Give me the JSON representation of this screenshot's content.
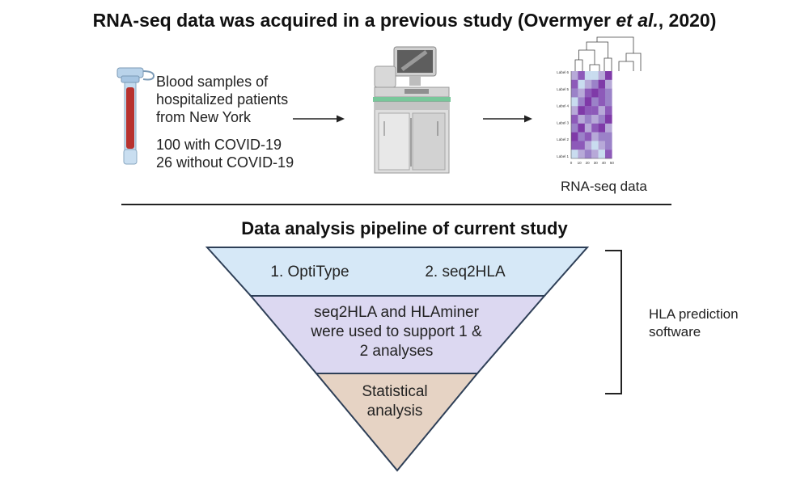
{
  "header": {
    "title_prefix": "RNA-seq data was acquired in a previous study (Overmyer ",
    "title_italic": "et al.",
    "title_suffix": ", 2020)"
  },
  "samples": {
    "line1": "Blood samples of",
    "line2": "hospitalized patients",
    "line3": "from New York",
    "count_covid": "100 with COVID-19",
    "count_noncovid": "26 without COVID-19"
  },
  "heatmap": {
    "caption": "RNA-seq data",
    "row_labels": [
      "Label 6",
      "Label 5",
      "Label 4",
      "Label 3",
      "Label 2",
      "Label 1"
    ],
    "x_ticks": [
      "0",
      "10",
      "20",
      "30",
      "40",
      "50"
    ],
    "cell_levels": [
      [
        1,
        3,
        0,
        0,
        1,
        4
      ],
      [
        3,
        0,
        1,
        2,
        4,
        1
      ],
      [
        2,
        1,
        3,
        4,
        3,
        2
      ],
      [
        0,
        2,
        4,
        2,
        3,
        2
      ],
      [
        1,
        4,
        3,
        3,
        1,
        3
      ],
      [
        3,
        1,
        2,
        1,
        2,
        4
      ],
      [
        2,
        4,
        1,
        3,
        4,
        1
      ],
      [
        4,
        2,
        3,
        1,
        2,
        2
      ],
      [
        3,
        3,
        1,
        0,
        1,
        2
      ],
      [
        0,
        1,
        2,
        1,
        0,
        3
      ]
    ],
    "colors": [
      "#c9dcef",
      "#b7a9d8",
      "#9b82c8",
      "#8d5ab9",
      "#7f3aa8"
    ]
  },
  "pipeline": {
    "section_title": "Data analysis pipeline of current study",
    "tier1_item1": "1. OptiType",
    "tier1_item2": "2. seq2HLA",
    "tier2_line1": "seq2HLA and HLAminer",
    "tier2_line2": "were used to support 1 &",
    "tier2_line3": "2 analyses",
    "tier3_line1": "Statistical",
    "tier3_line2": "analysis",
    "bracket_label_line1": "HLA prediction",
    "bracket_label_line2": "software",
    "colors": {
      "tier1": "#d6e8f7",
      "tier2": "#dcd8f1",
      "tier3": "#e6d3c4",
      "stroke": "#2e3f57"
    }
  }
}
